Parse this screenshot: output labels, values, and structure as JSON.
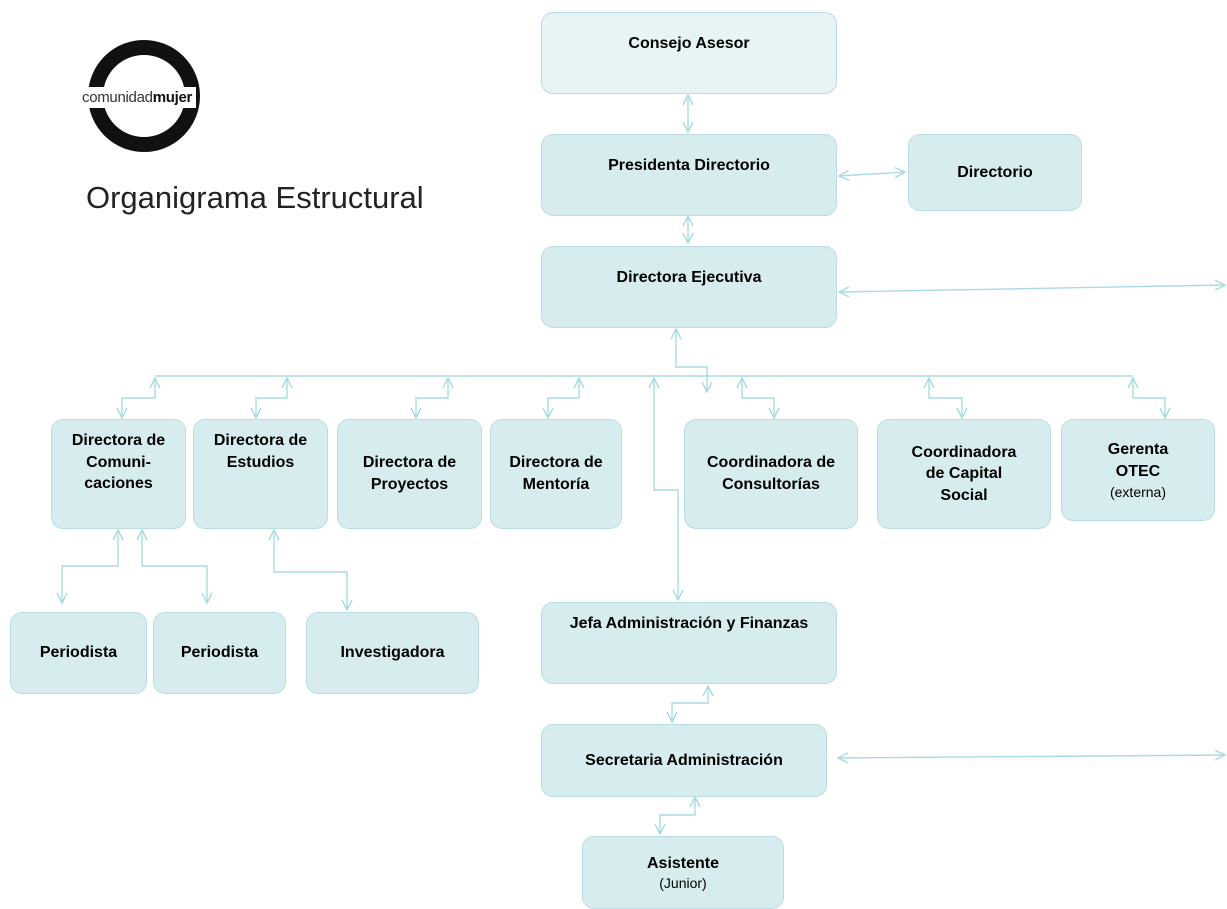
{
  "header": {
    "logo_text_light": "comunidad",
    "logo_text_bold": "mujer",
    "title": "Organigrama Estructural"
  },
  "nodes": {
    "consejo": "Consejo Asesor",
    "presidenta": "Presidenta Directorio",
    "directorio": "Directorio",
    "directora_ejecutiva": "Directora Ejecutiva",
    "comunicaciones": "Directora de Comuni-caciones",
    "estudios": "Directora de Estudios",
    "proyectos": "Directora de Proyectos",
    "mentoria": "Directora de Mentoría",
    "consultorias": "Coordinadora de Consultorías",
    "capital_social": "Coordinadora de Capital Social",
    "otec": "Gerenta OTEC",
    "otec_note": "(externa)",
    "periodista_1": "Periodista",
    "periodista_2": "Periodista",
    "investigadora": "Investigadora",
    "jefa_admin": "Jefa Administración y Finanzas",
    "secretaria": "Secretaria Administración",
    "asistente": "Asistente",
    "asistente_note": "(Junior)"
  },
  "colors": {
    "box_fill": "#d6ecef",
    "box_fill_light": "#e6f4f6",
    "box_border": "#b9dde3",
    "connector": "#a9dbe2"
  }
}
